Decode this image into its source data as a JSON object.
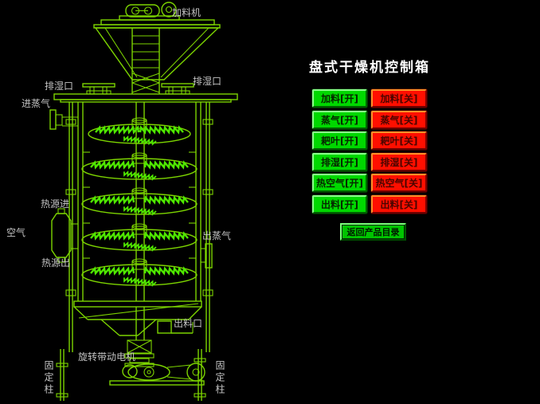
{
  "title": "盘式干燥机控制箱",
  "colors": {
    "background": "#000000",
    "drawing_green": "#7CD400",
    "rake_green": "#4FE800",
    "label_gray": "#C4C4C4",
    "button_green": "#00D800",
    "button_red": "#FF0F00",
    "return_button_green": "#00C400",
    "title_white": "#FFFFFF"
  },
  "diagram": {
    "labels": [
      {
        "id": "feeder-machine",
        "text": "加料机"
      },
      {
        "id": "exhaust-port-left",
        "text": "排湿口"
      },
      {
        "id": "exhaust-port-right",
        "text": "排湿口"
      },
      {
        "id": "steam-inlet",
        "text": "进蒸气"
      },
      {
        "id": "heat-source-in",
        "text": "热源进"
      },
      {
        "id": "air",
        "text": "空气"
      },
      {
        "id": "heat-source-out",
        "text": "热源出"
      },
      {
        "id": "steam-outlet",
        "text": "出蒸气"
      },
      {
        "id": "discharge-port",
        "text": "出料口"
      },
      {
        "id": "rotary-drive-motor",
        "text": "旋转带动电机"
      },
      {
        "id": "fixed-column-left",
        "text": "固定柱"
      },
      {
        "id": "fixed-column-right",
        "text": "固定柱"
      }
    ]
  },
  "controls": {
    "rows": [
      {
        "name": "feed",
        "on": "加料[开]",
        "off": "加料[关]"
      },
      {
        "name": "steam",
        "on": "蒸气[开]",
        "off": "蒸气[关]"
      },
      {
        "name": "rake",
        "on": "耙叶[开]",
        "off": "耙叶[关]"
      },
      {
        "name": "exhaust",
        "on": "排湿[开]",
        "off": "排湿[关]"
      },
      {
        "name": "hot-air",
        "on": "热空气[开]",
        "off": "热空气[关]"
      },
      {
        "name": "discharge",
        "on": "出料[开]",
        "off": "出料[关]"
      }
    ],
    "return_label": "返回产品目录"
  }
}
